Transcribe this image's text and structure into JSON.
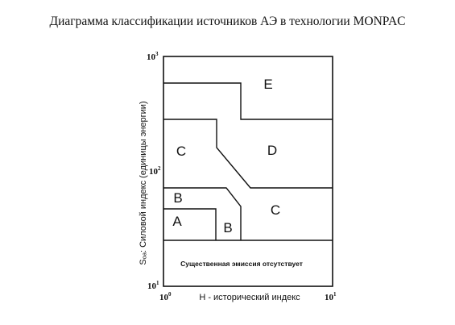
{
  "title": "Диаграмма классификации источников АЭ в технологии MONPAC",
  "axes": {
    "x_label": "Н - исторический индекс",
    "y_label": "Sₒₐ: Силовой индекс (единицы энергии)",
    "x_ticks": [
      {
        "base": "10",
        "exp": "0"
      },
      {
        "base": "10",
        "exp": "1"
      }
    ],
    "y_ticks": [
      {
        "base": "10",
        "exp": "3"
      },
      {
        "base": "10",
        "exp": "2"
      },
      {
        "base": "10",
        "exp": "1"
      }
    ]
  },
  "regions": [
    {
      "id": "E",
      "label": "E"
    },
    {
      "id": "D",
      "label": "D"
    },
    {
      "id": "C_upper",
      "label": "C"
    },
    {
      "id": "C_lower",
      "label": "C"
    },
    {
      "id": "B_left",
      "label": "B"
    },
    {
      "id": "B_bottom",
      "label": "B"
    },
    {
      "id": "A",
      "label": "A"
    }
  ],
  "note": "Существенная эмиссия отсутствует",
  "colors": {
    "line": "#111111",
    "background": "#ffffff"
  }
}
